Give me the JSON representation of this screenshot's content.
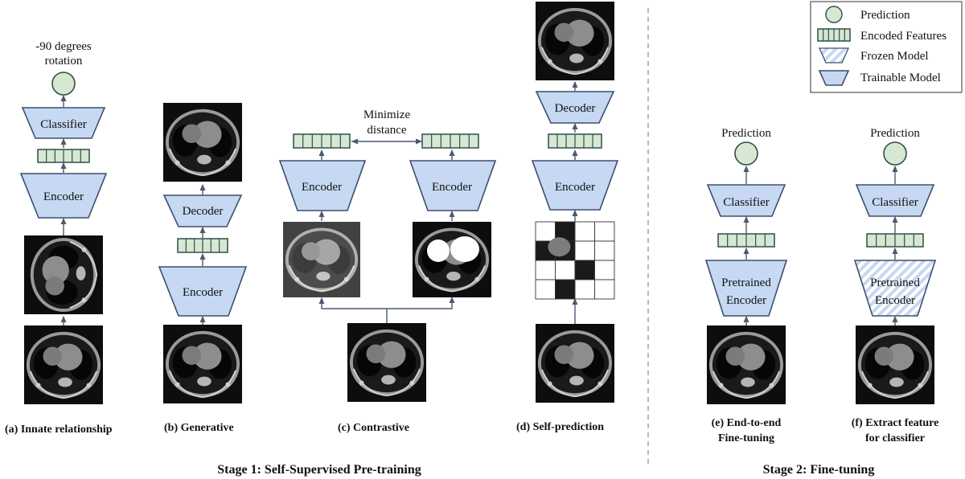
{
  "legend": {
    "prediction": "Prediction",
    "encoded_features": "Encoded Features",
    "frozen_model": "Frozen Model",
    "trainable_model": "Trainable Model"
  },
  "panel_a": {
    "output_text_line1": "-90 degrees",
    "output_text_line2": "rotation",
    "classifier": "Classifier",
    "encoder": "Encoder",
    "caption": "(a) Innate relationship"
  },
  "panel_b": {
    "decoder": "Decoder",
    "encoder": "Encoder",
    "caption": "(b) Generative"
  },
  "panel_c": {
    "distance_line1": "Minimize",
    "distance_line2": "distance",
    "encoder_left": "Encoder",
    "encoder_right": "Encoder",
    "caption": "(c) Contrastive"
  },
  "panel_d": {
    "decoder": "Decoder",
    "encoder": "Encoder",
    "caption": "(d) Self-prediction"
  },
  "panel_e": {
    "prediction": "Prediction",
    "classifier": "Classifier",
    "encoder_line1": "Pretrained",
    "encoder_line2": "Encoder",
    "caption_line1": "(e) End-to-end",
    "caption_line2": "Fine-tuning"
  },
  "panel_f": {
    "prediction": "Prediction",
    "classifier": "Classifier",
    "encoder_line1": "Pretrained",
    "encoder_line2": "Encoder",
    "caption_line1": "(f) Extract feature",
    "caption_line2": "for classifier"
  },
  "stage1_title": "Stage 1:  Self-Supervised Pre-training",
  "stage2_title": "Stage 2: Fine-tuning",
  "colors": {
    "model_fill": "#c6d8f2",
    "model_stroke": "#3d4f6d",
    "feature_fill": "#d6e7d2",
    "feature_stroke": "#2f4f4a",
    "prediction_fill": "#d6e7d2"
  }
}
